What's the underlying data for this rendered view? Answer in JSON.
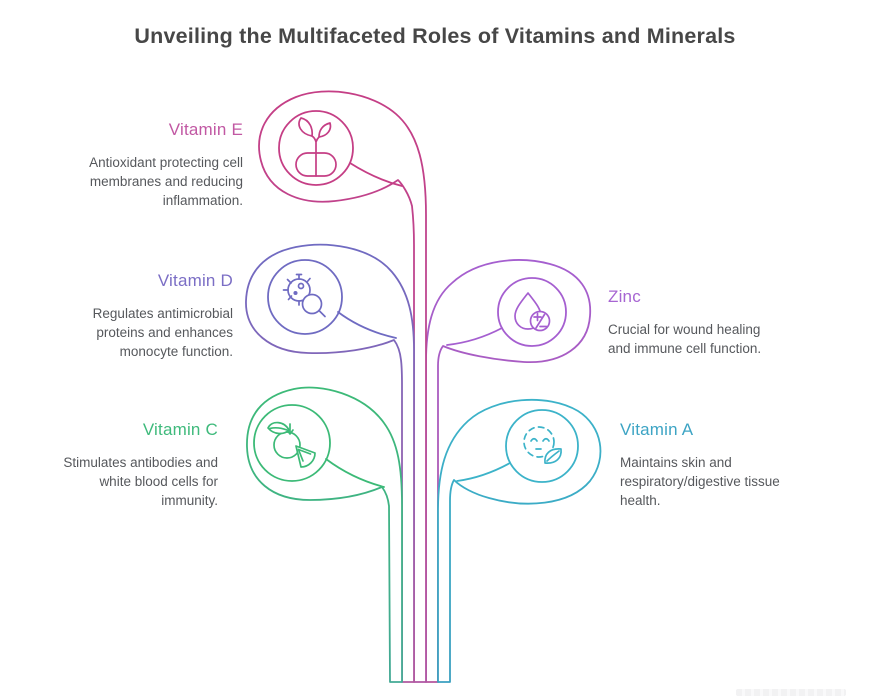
{
  "title": "Unveiling the Multifaceted Roles of Vitamins and Minerals",
  "items": [
    {
      "id": "vitamin-e",
      "label": "Vitamin E",
      "desc_lines": [
        "Antioxidant protecting cell",
        "membranes and reducing",
        "inflammation."
      ],
      "color": "#c53e85",
      "color_end": "#af55a3",
      "heading_color": "#c158a3",
      "icon": "pill-with-leaves-icon"
    },
    {
      "id": "vitamin-d",
      "label": "Vitamin D",
      "desc_lines": [
        "Regulates antimicrobial",
        "proteins and enhances",
        "monocyte function."
      ],
      "color": "#6f6bc2",
      "color_end": "#b0589f",
      "heading_color": "#7b6ec5",
      "icon": "microbe-magnifier-icon"
    },
    {
      "id": "vitamin-c",
      "label": "Vitamin C",
      "desc_lines": [
        "Stimulates antibodies and",
        "white blood cells for",
        "immunity."
      ],
      "color": "#3cba77",
      "color_end": "#43a995",
      "heading_color": "#3fba7c",
      "icon": "orange-citrus-slice-icon"
    },
    {
      "id": "zinc",
      "label": "Zinc",
      "desc_lines": [
        "Crucial for wound healing",
        "and immune cell function."
      ],
      "color": "#a55fd0",
      "color_end": "#b4549c",
      "heading_color": "#a765d2",
      "icon": "droplet-plus-minus-icon"
    },
    {
      "id": "vitamin-a",
      "label": "Vitamin A",
      "desc_lines": [
        "Maintains skin and",
        "respiratory/digestive tissue",
        "health."
      ],
      "color": "#3cb3c9",
      "color_end": "#3a9fc0",
      "heading_color": "#3da4c4",
      "icon": "face-leaf-icon"
    }
  ]
}
